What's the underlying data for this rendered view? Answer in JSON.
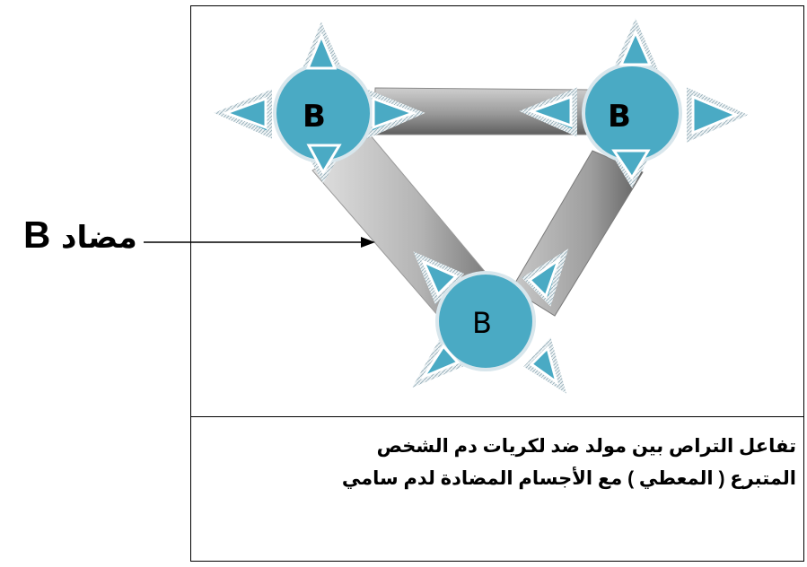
{
  "cells": {
    "left": {
      "letter": "B"
    },
    "right": {
      "letter": "B"
    },
    "bottom": {
      "letter": "B"
    }
  },
  "side_label": {
    "arabic": "مضاد",
    "letter": "B"
  },
  "caption": {
    "line1": "تفاعل التراص بين مولد ضد لكريات دم الشخص",
    "line2": "المتبرع ( المعطي ) مع الأجسام المضادة لدم  سامي"
  },
  "colors": {
    "cell_fill": "#4aaac4",
    "cell_stroke": "#d8e6ec",
    "bridge_light": "#d2d2d2",
    "bridge_dark": "#7a7a7a"
  }
}
